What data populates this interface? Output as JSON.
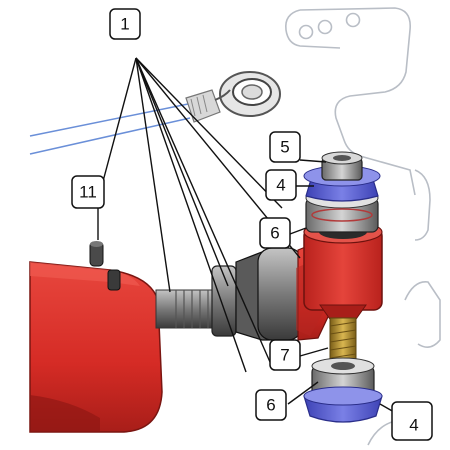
{
  "callouts": {
    "c1": "1",
    "c11": "11",
    "c5": "5",
    "c4_top": "4",
    "c6_upper": "6",
    "c7": "7",
    "c6_lower": "6",
    "c4_bottom": "4"
  },
  "colors": {
    "housing_red": "#d9322b",
    "housing_dark": "#9e1c17",
    "steel_grey": "#8a8a8a",
    "washer_blue": "#5a5fd0",
    "thread_gold": "#b8942e",
    "line_blue": "#6a8fd8",
    "outline_grey": "#b9bec6"
  },
  "icons": [
    "rod-end-icon",
    "bracket-plate-icon"
  ]
}
